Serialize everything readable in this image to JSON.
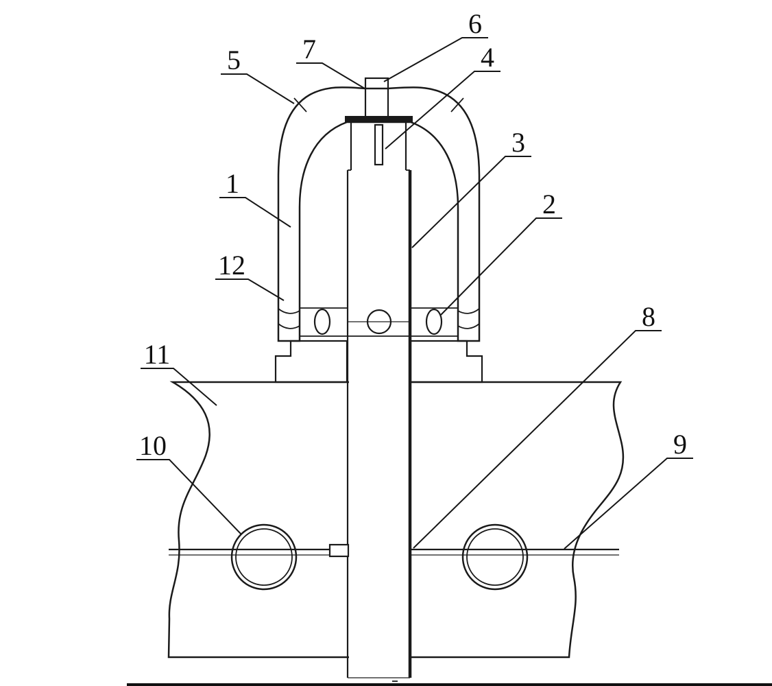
{
  "figure": {
    "kind": "patent-sectional-technical-drawing",
    "colors": {
      "line": "#1a1a1a",
      "hatch": "#4a4a4a",
      "masonry": "#8c8c8c",
      "background": "#ffffff"
    },
    "callouts": [
      {
        "label": "1"
      },
      {
        "label": "2"
      },
      {
        "label": "3"
      },
      {
        "label": "4"
      },
      {
        "label": "5"
      },
      {
        "label": "6"
      },
      {
        "label": "7"
      },
      {
        "label": "8"
      },
      {
        "label": "9"
      },
      {
        "label": "10"
      },
      {
        "label": "11"
      },
      {
        "label": "12"
      }
    ]
  }
}
